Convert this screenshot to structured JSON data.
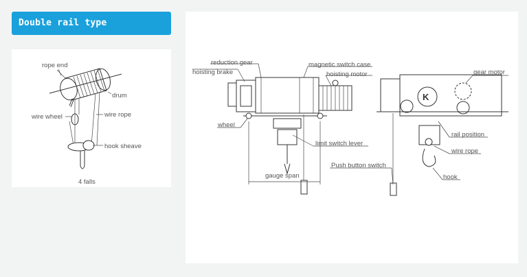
{
  "header": {
    "title": "Double rail type"
  },
  "rope_diagram": {
    "labels": {
      "rope_end": "rope end",
      "drum": "drum",
      "wire_wheel": "wire wheel",
      "wire_rope": "wire rope",
      "hook_sheave": "hook sheave",
      "falls": "4 falls"
    }
  },
  "hoist_diagram": {
    "labels": {
      "reduction_gear": "reduction gear",
      "hoisting_brake": "hoisting brake",
      "magnetic_switch_case": "magnetic switch case",
      "hoisting_motor": "hoisting motor",
      "gear_motor": "gear motor",
      "wheel": "wheel",
      "rail_position": "rail position",
      "limit_switch_lever": "limit switch lever",
      "wire_rope": "wire rope",
      "push_button_switch": "Push button switch",
      "gauge_span": "gauge span",
      "hook": "hook"
    }
  }
}
